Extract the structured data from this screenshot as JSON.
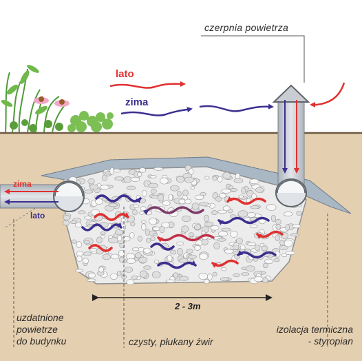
{
  "labels": {
    "air_intake": "czerpnia powietrza",
    "summer_top": "lato",
    "winter_top": "zima",
    "winter_left": "zima",
    "summer_left": "lato",
    "width_dim": "2 - 3m",
    "conditioned_air": [
      "uzdatnione",
      "powietrze",
      "do budynku"
    ],
    "gravel": "czysty, płukany żwir",
    "insulation": [
      "izolacja termiczna",
      "- styropian"
    ]
  },
  "colors": {
    "summer": "#e03030",
    "winter": "#3b2f8f",
    "soil": "#e4cfb0",
    "pipe": "#c9cdd3",
    "ground_line": "#6d5a44",
    "insulation": "#a9b8c4"
  }
}
